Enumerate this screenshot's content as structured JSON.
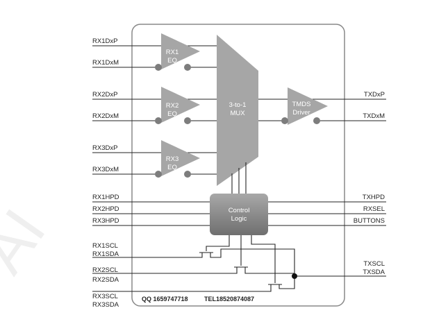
{
  "inputs": {
    "rx1dxp": "RX1DxP",
    "rx1dxm": "RX1DxM",
    "rx2dxp": "RX2DxP",
    "rx2dxm": "RX2DxM",
    "rx3dxp": "RX3DxP",
    "rx3dxm": "RX3DxM",
    "rx1hpd": "RX1HPD",
    "rx2hpd": "RX2HPD",
    "rx3hpd": "RX3HPD",
    "rx1scl": "RX1SCL",
    "rx1sda": "RX1SDA",
    "rx2scl": "RX2SCL",
    "rx2sda": "RX2SDA",
    "rx3scl": "RX3SCL",
    "rx3sda": "RX3SDA"
  },
  "outputs": {
    "txdxp": "TXDxP",
    "txdxm": "TXDxM",
    "txhpd": "TXHPD",
    "rxsel": "RXSEL",
    "buttons": "BUTTONS",
    "txscl": "TXSCL",
    "txsda": "TXSDA"
  },
  "blocks": {
    "rx1_eq": [
      "RX1",
      "EQ"
    ],
    "rx2_eq": [
      "RX2",
      "EQ"
    ],
    "rx3_eq": [
      "RX3",
      "EQ"
    ],
    "mux": [
      "3-to-1",
      "MUX"
    ],
    "tmds_driver": [
      "TMDS",
      "Driver"
    ],
    "control_logic": [
      "Control",
      "Logic"
    ]
  },
  "footer": {
    "qq": "QQ 1659747718",
    "tel": "TEL18520874087"
  },
  "colors": {
    "block_fill": "#a6a6a6",
    "block_dark": "#7d7d7d",
    "wire": "#222222",
    "border": "#888888"
  }
}
